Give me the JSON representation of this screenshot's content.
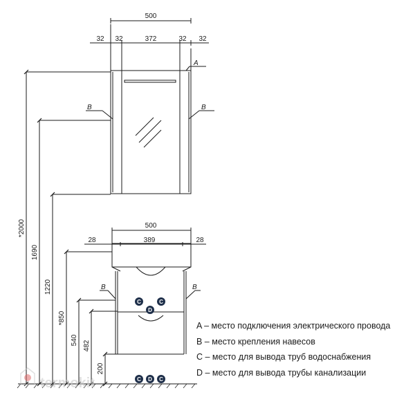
{
  "dimensions": {
    "top_width": "500",
    "top_left_outer": "32",
    "top_left_inner": "32",
    "top_middle": "372",
    "top_right_inner": "32",
    "top_right_outer": "32",
    "bottom_width": "500",
    "bottom_left": "28",
    "bottom_middle": "389",
    "bottom_right": "28",
    "height_2000": "*2000",
    "height_1690": "1690",
    "height_1220": "1220",
    "height_850": "*850",
    "height_540": "540",
    "height_482": "482",
    "height_200": "200"
  },
  "markers": {
    "a": "A",
    "b": "B",
    "c": "C",
    "d": "D"
  },
  "legend": [
    "A – место подключения электрического провода",
    "B – место крепления навесов",
    "C – место для вывода труб водоснабжения",
    "D – место для вывода трубы канализации"
  ],
  "watermark": "termokit",
  "colors": {
    "line": "#1a1a1a",
    "marker_fill": "#1e2f4a",
    "watermark": "#c7c7c7",
    "watermark_accent": "#e06a6a"
  }
}
